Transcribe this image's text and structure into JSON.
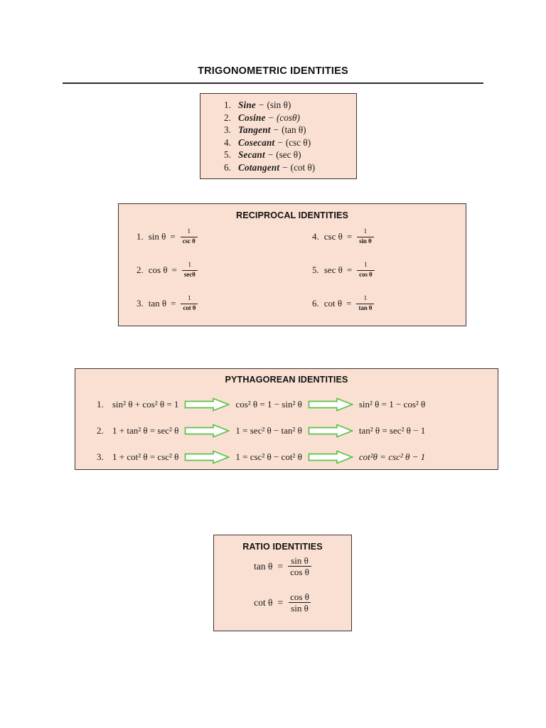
{
  "document": {
    "title": "TRIGONOMETRIC IDENTITIES"
  },
  "colors": {
    "panel_fill": "#fae0d2",
    "panel_border": "#3a3330",
    "arrow_stroke": "#5cc24a",
    "arrow_fill": "#ffffff",
    "text": "#1a1a1a"
  },
  "functions_box": {
    "items": [
      {
        "num": "1.",
        "name": "Sine",
        "dash": "−",
        "abbr": "(sin θ)",
        "abbr_italic": false
      },
      {
        "num": "2.",
        "name": "Cosine",
        "dash": "−",
        "abbr": "(cosθ)",
        "abbr_italic": true
      },
      {
        "num": "3.",
        "name": "Tangent",
        "dash": "−",
        "abbr": "(tan θ)",
        "abbr_italic": false
      },
      {
        "num": "4.",
        "name": "Cosecant",
        "dash": "−",
        "abbr": "(csc θ)",
        "abbr_italic": false
      },
      {
        "num": "5.",
        "name": "Secant",
        "dash": "−",
        "abbr": "(sec θ)",
        "abbr_italic": false
      },
      {
        "num": "6.",
        "name": "Cotangent",
        "dash": "−",
        "abbr": "(cot θ)",
        "abbr_italic": false
      }
    ]
  },
  "reciprocal_box": {
    "heading": "RECIPROCAL IDENTITIES",
    "items": [
      {
        "num": "1.",
        "lhs": "sin θ",
        "eq": "=",
        "numerator": "1",
        "denominator": "csc θ"
      },
      {
        "num": "2.",
        "lhs": "cos θ",
        "eq": "=",
        "numerator": "1",
        "denominator": "secθ"
      },
      {
        "num": "3.",
        "lhs": "tan θ",
        "eq": "=",
        "numerator": "1",
        "denominator": "cot θ"
      },
      {
        "num": "4.",
        "lhs": "csc θ",
        "eq": "=",
        "numerator": "1",
        "denominator": "sin θ"
      },
      {
        "num": "5.",
        "lhs": "sec θ",
        "eq": "=",
        "numerator": "1",
        "denominator": "cos θ"
      },
      {
        "num": "6.",
        "lhs": "cot θ",
        "eq": "=",
        "numerator": "1",
        "denominator": "tan θ"
      }
    ]
  },
  "pythagorean_box": {
    "heading": "PYTHAGOREAN IDENTITIES",
    "rows": [
      {
        "num": "1.",
        "base": "sin² θ + cos² θ = 1",
        "derived_1": "cos² θ = 1 − sin² θ",
        "derived_2": "sin² θ = 1 − cos² θ",
        "derived_2_italic": false
      },
      {
        "num": "2.",
        "base": "1 + tan² θ = sec² θ",
        "derived_1": "1 = sec² θ − tan² θ",
        "derived_2": "tan² θ = sec² θ − 1",
        "derived_2_italic": false
      },
      {
        "num": "3.",
        "base": "1 + cot² θ = csc² θ",
        "derived_1": "1 = csc² θ − cot² θ",
        "derived_2": "cot²θ = csc² θ − 1",
        "derived_2_italic": true
      }
    ],
    "arrow_name": "right-arrow-icon"
  },
  "ratio_box": {
    "heading": "RATIO IDENTITIES",
    "items": [
      {
        "lhs": "tan θ",
        "eq": "=",
        "numerator": "sin θ",
        "denominator": "cos θ"
      },
      {
        "lhs": "cot θ",
        "eq": "=",
        "numerator": "cos θ",
        "denominator": "sin θ"
      }
    ]
  }
}
